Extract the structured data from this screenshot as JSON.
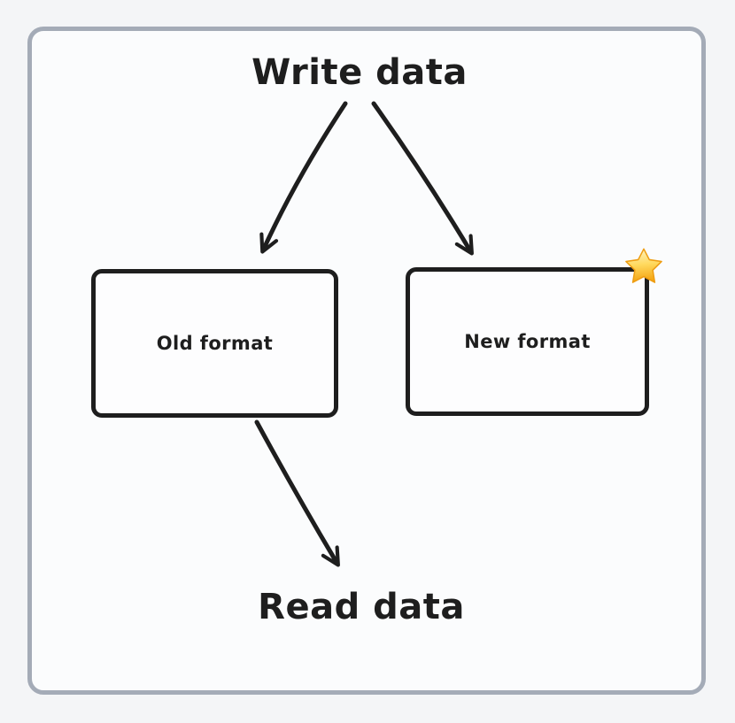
{
  "colors": {
    "canvas_bg": "#f4f5f7",
    "frame_bg": "#fbfcfd",
    "frame_border": "#a4abb7",
    "ink": "#1e1e1e",
    "node_fill": "#fdfdfe",
    "star_top": "#fdf2c0",
    "star_mid": "#ffd34d",
    "star_bottom": "#f29c06"
  },
  "diagram": {
    "source_label": "Write data",
    "sink_label": "Read data",
    "nodes": [
      {
        "label": "Old format"
      },
      {
        "label": "New format",
        "badge": "star-icon"
      }
    ],
    "edges": [
      {
        "from": "Write data",
        "to": "Old format"
      },
      {
        "from": "Write data",
        "to": "New format"
      },
      {
        "from": "Old format",
        "to": "Read data"
      }
    ],
    "star_icon_glyph": "⭐"
  }
}
